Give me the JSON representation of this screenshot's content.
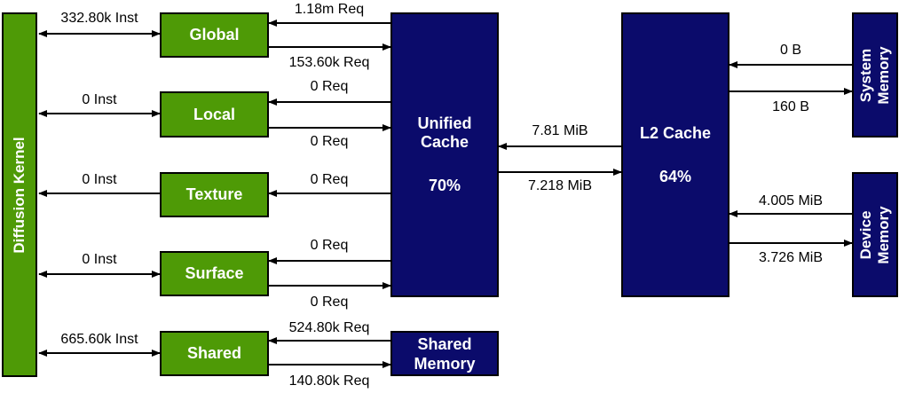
{
  "colors": {
    "unit_fill": "#4e9a06",
    "memory_fill": "#0b0b6b",
    "line": "#000000"
  },
  "kernel": {
    "label": "Diffusion Kernel"
  },
  "units": {
    "global": "Global",
    "local": "Local",
    "texture": "Texture",
    "surface": "Surface",
    "shared": "Shared"
  },
  "unified_cache": {
    "line1": "Unified",
    "line2": "Cache",
    "hit_rate": "70%"
  },
  "l2_cache": {
    "label": "L2 Cache",
    "hit_rate": "64%"
  },
  "shared_memory": {
    "line1": "Shared",
    "line2": "Memory"
  },
  "system_memory": {
    "line1": "System",
    "line2": "Memory"
  },
  "device_memory": {
    "line1": "Device",
    "line2": "Memory"
  },
  "labels": {
    "global_inst": "332.80k Inst",
    "global_req_in": "1.18m Req",
    "global_req_out": "153.60k Req",
    "local_inst": "0 Inst",
    "local_req_in": "0 Req",
    "local_req_out": "0 Req",
    "texture_inst": "0 Inst",
    "texture_req": "0 Req",
    "surface_inst": "0 Inst",
    "surface_req_in": "0 Req",
    "surface_req_out": "0 Req",
    "shared_inst": "665.60k Inst",
    "shared_req_in": "524.80k Req",
    "shared_req_out": "140.80k Req",
    "l2_to_unified": "7.81 MiB",
    "unified_to_l2": "7.218 MiB",
    "system_to_l2": "0 B",
    "l2_to_system": "160 B",
    "device_to_l2": "4.005 MiB",
    "l2_to_device": "3.726 MiB"
  }
}
